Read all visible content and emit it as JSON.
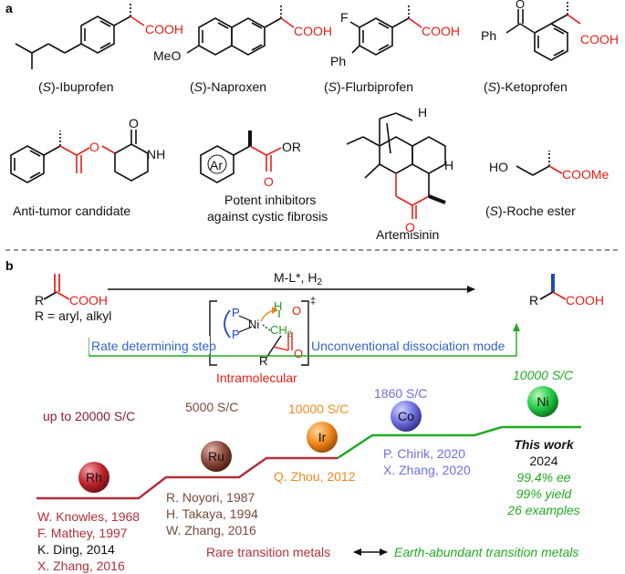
{
  "panel_a": {
    "label": "a",
    "compounds": [
      {
        "name_prefix": "(",
        "name_italic": "S",
        "name_suffix": ")-Ibuprofen",
        "group": "COOH"
      },
      {
        "name_prefix": "(",
        "name_italic": "S",
        "name_suffix": ")-Naproxen",
        "group": "COOH",
        "substituent": "MeO"
      },
      {
        "name_prefix": "(",
        "name_italic": "S",
        "name_suffix": ")-Flurbiprofen",
        "group": "COOH",
        "substituent_1": "F",
        "substituent_2": "Ph"
      },
      {
        "name_prefix": "(",
        "name_italic": "S",
        "name_suffix": ")-Ketoprofen",
        "group": "COOH",
        "substituent_1": "O",
        "substituent_2": "Ph"
      },
      {
        "name": "Anti-tumor candidate",
        "atom_o": "O",
        "atom_nh": "NH",
        "atom_o2": "O"
      },
      {
        "name_line1": "Potent inhibitors",
        "name_line2": "against cystic fibrosis",
        "atom_ar": "Ar",
        "atom_o": "O",
        "atom_or": "OR"
      },
      {
        "name": "Artemisinin",
        "atom_h1": "H",
        "atom_h2": "H",
        "atom_o": "O"
      },
      {
        "name_prefix": "(",
        "name_italic": "S",
        "name_suffix": ")-Roche ester",
        "group_ho": "HO",
        "group": "COOMe"
      }
    ]
  },
  "panel_b": {
    "label": "b",
    "substrate": {
      "r": "R",
      "group": "COOH",
      "def": "R = aryl, alkyl"
    },
    "conditions": "M-L*, H",
    "conditions_sub": "2",
    "product": {
      "r": "R",
      "group": "COOH"
    },
    "complex": {
      "p1": "P",
      "p2": "P",
      "ni": "Ni",
      "h": "H",
      "ch": "CH",
      "ch_sub": "2",
      "o1": "O",
      "o2": "O",
      "r": "R",
      "dagger": "‡"
    },
    "rate_step": "Rate determining step",
    "dissociation": "Unconventional dissociation mode",
    "intramolecular": "Intramolecular",
    "metals": [
      {
        "symbol": "Rh",
        "sc": "up to 20000 S/C",
        "color": "#c0242f",
        "refs": [
          "W. Knowles, 1968",
          "F. Mathey, 1997",
          "K. Ding, 2014",
          "X. Zhang, 2016"
        ]
      },
      {
        "symbol": "Ru",
        "sc": "5000 S/C",
        "color": "#8a4a3c",
        "refs": [
          "R. Noyori, 1987",
          "H. Takaya, 1994",
          "W. Zhang, 2016"
        ]
      },
      {
        "symbol": "Ir",
        "sc": "10000 S/C",
        "color": "#f08a1e",
        "refs": [
          "Q. Zhou, 2012"
        ]
      },
      {
        "symbol": "Co",
        "sc": "1860 S/C",
        "color": "#6f6fe0",
        "refs": [
          "P. Chirik, 2020",
          "X. Zhang, 2020"
        ]
      },
      {
        "symbol": "Ni",
        "sc": "10000 S/C",
        "color": "#22aa22",
        "refs": [
          "This work",
          "2024",
          "99.4% ee",
          "99% yield",
          "26 examples"
        ]
      }
    ],
    "legend_rare": "Rare transition metals",
    "legend_abundant": "Earth-abundant transition metals"
  },
  "colors": {
    "rare_line": "#b0303a",
    "abundant_line": "#22aa22",
    "accent_red": "#e8201a",
    "sc_red": "#8b1a3a",
    "sc_brown": "#7a4a3a",
    "sc_orange": "#f08a1e",
    "sc_blue": "#6f6fe0",
    "sc_green": "#22aa22",
    "rate_blue": "#3366cc"
  }
}
